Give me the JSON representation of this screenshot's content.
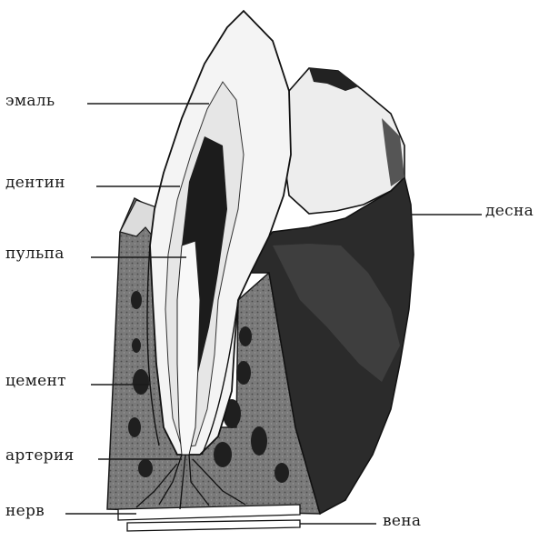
{
  "diagram": {
    "labels": {
      "enamel": "эмаль",
      "dentin": "дентин",
      "pulp": "пульпа",
      "cement": "цемент",
      "artery": "артерия",
      "nerve": "нерв",
      "gum": "десна",
      "vein": "вена"
    }
  },
  "colors": {
    "ink": "#1a1a1a",
    "bone": "#6f6f6f",
    "gum_dark": "#2a2a2a",
    "tooth": "#f3f3f3"
  }
}
